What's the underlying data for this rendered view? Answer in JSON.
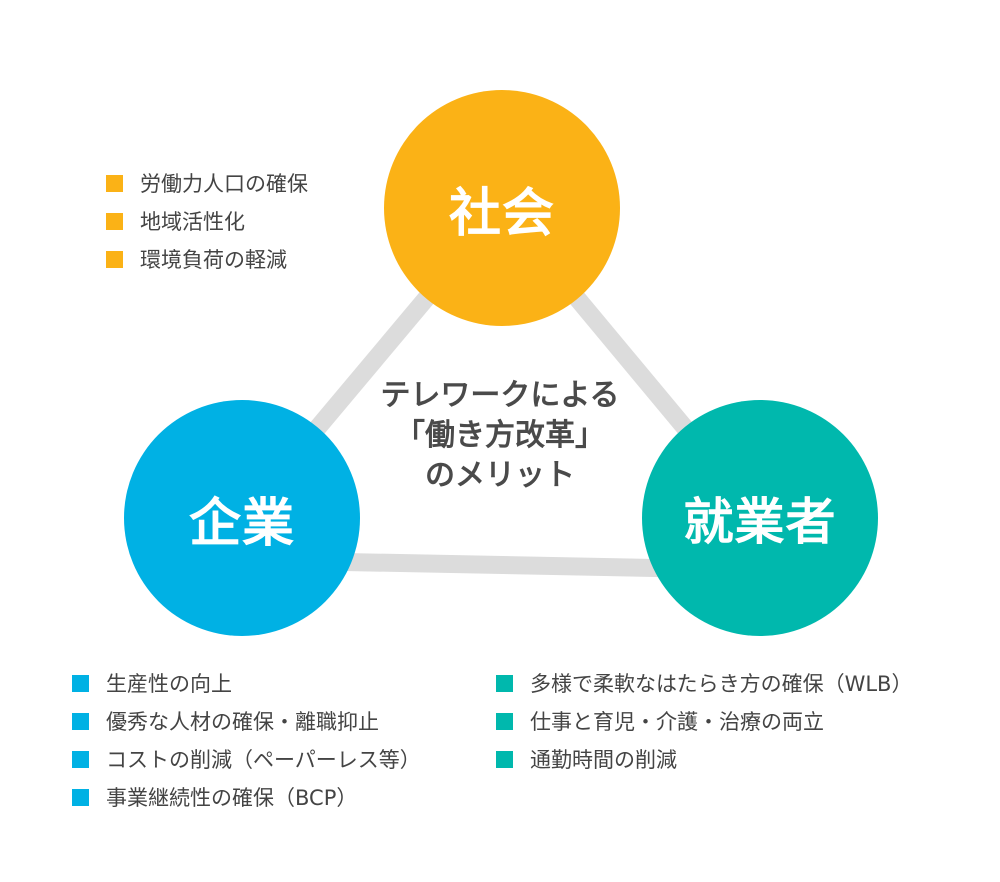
{
  "center_title": {
    "line1": "テレワークによる",
    "line2": "「働き方改革」",
    "line3": "のメリット"
  },
  "colors": {
    "society": "#FBB216",
    "company": "#00B1E4",
    "worker": "#00B8AD",
    "connector": "#DCDCDC"
  },
  "stakeholders": {
    "society": {
      "label": "社会",
      "benefits": [
        "労働力人口の確保",
        "地域活性化",
        "環境負荷の軽減"
      ]
    },
    "company": {
      "label": "企業",
      "benefits": [
        "生産性の向上",
        "優秀な人材の確保・離職抑止",
        "コストの削減（ペーパーレス等）",
        "事業継続性の確保（BCP）"
      ]
    },
    "worker": {
      "label": "就業者",
      "benefits": [
        "多様で柔軟なはたらき方の確保（WLB）",
        "仕事と育児・介護・治療の両立",
        "通勤時間の削減"
      ]
    }
  }
}
